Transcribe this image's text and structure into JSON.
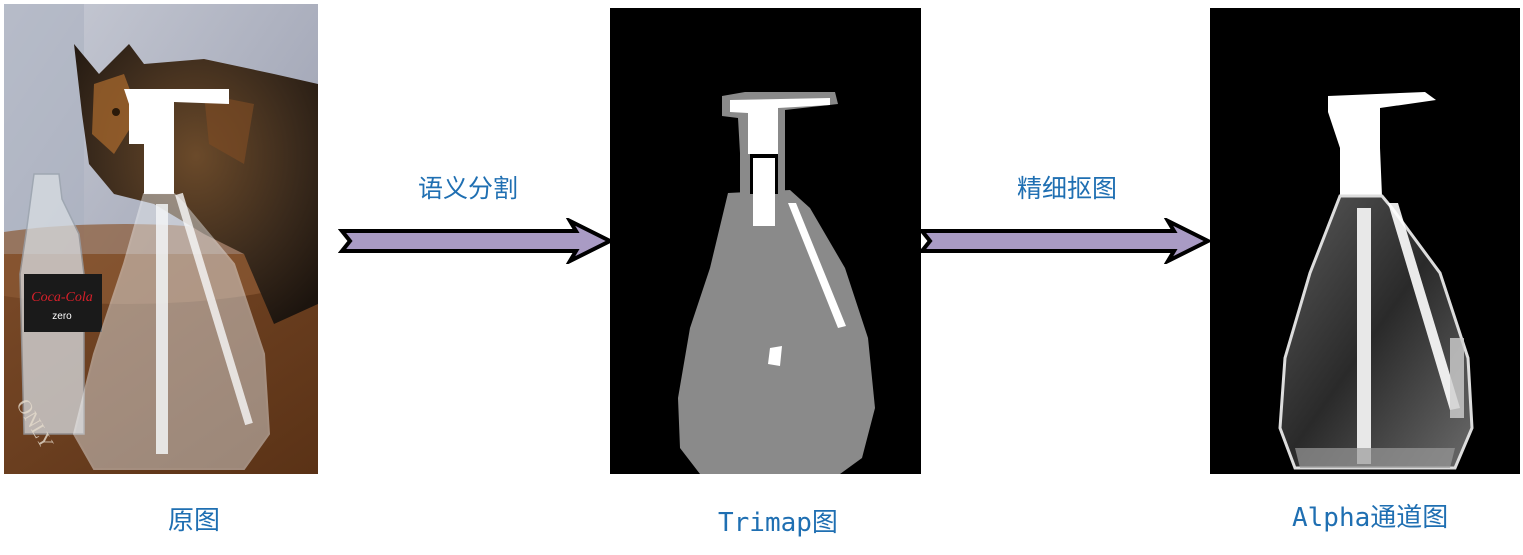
{
  "captions": {
    "original": "原图",
    "trimap": "Trimap图",
    "alpha": "Alpha通道图"
  },
  "steps": {
    "segmentation": "语义分割",
    "refinement": "精细抠图"
  },
  "colors": {
    "caption_text": "#1f6fb2",
    "arrow_fill": "#a99bc4",
    "arrow_stroke": "#000000",
    "trimap_unknown": "#8a8a8a",
    "trimap_foreground": "#ffffff",
    "background_black": "#000000"
  },
  "photo_text": {
    "bottle_brand": "Coca-Cola",
    "bottle_variant": "zero",
    "table_text": "ONLY"
  }
}
